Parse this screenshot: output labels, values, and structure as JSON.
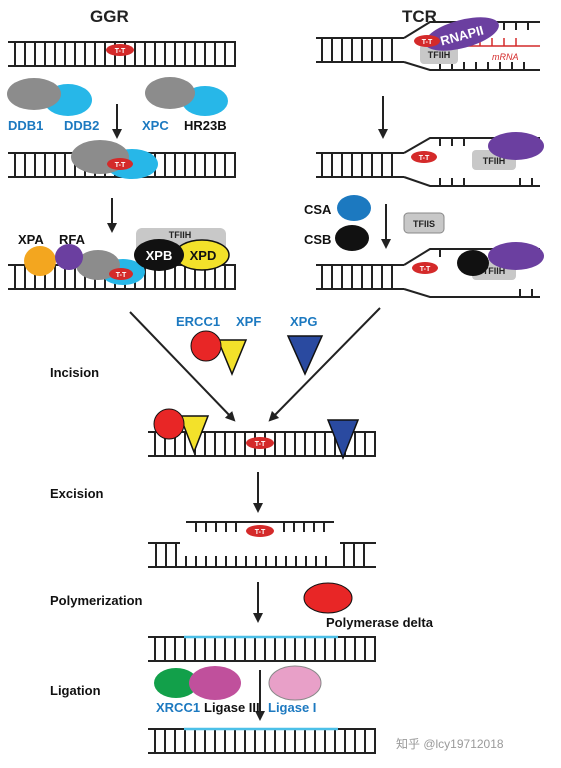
{
  "titles": {
    "left": "GGR",
    "right": "TCR"
  },
  "lesion": "T-T",
  "ggr": {
    "ddb1": "DDB1",
    "ddb2": "DDB2",
    "xpc": "XPC",
    "hr23b": "HR23B",
    "xpa": "XPA",
    "rfa": "RFA",
    "tfiih": "TFIIH",
    "xpb": "XPB",
    "xpd": "XPD"
  },
  "tcr": {
    "rnapii": "RNAPII",
    "tfiih": "TFIIH",
    "mrna": "mRNA",
    "csa": "CSA",
    "csb": "CSB",
    "tfiis": "TFIIS"
  },
  "incision_factors": {
    "ercc1": "ERCC1",
    "xpf": "XPF",
    "xpg": "XPG"
  },
  "steps": {
    "incision": "Incision",
    "excision": "Excision",
    "polymerization": "Polymerization",
    "ligation": "Ligation"
  },
  "polymerase": "Polymerase delta",
  "ligation_factors": {
    "xrcc1": "XRCC1",
    "ligase3": "Ligase III",
    "ligase1": "Ligase I"
  },
  "watermark": "知乎 @lcy19712018",
  "colors": {
    "lesion": "#d42a2a",
    "grey": "#8c8c8c",
    "cyan": "#27b7e8",
    "purple": "#6b3fa0",
    "black": "#111111",
    "yellow": "#f3e12a",
    "orange": "#f3a61f",
    "red": "#e82626",
    "navy": "#2a4aa0",
    "green": "#12a04a",
    "magenta": "#c0509c",
    "pink": "#e8a0c8",
    "blue_text": "#1c79c0",
    "new_dna": "#4cc0e8"
  }
}
